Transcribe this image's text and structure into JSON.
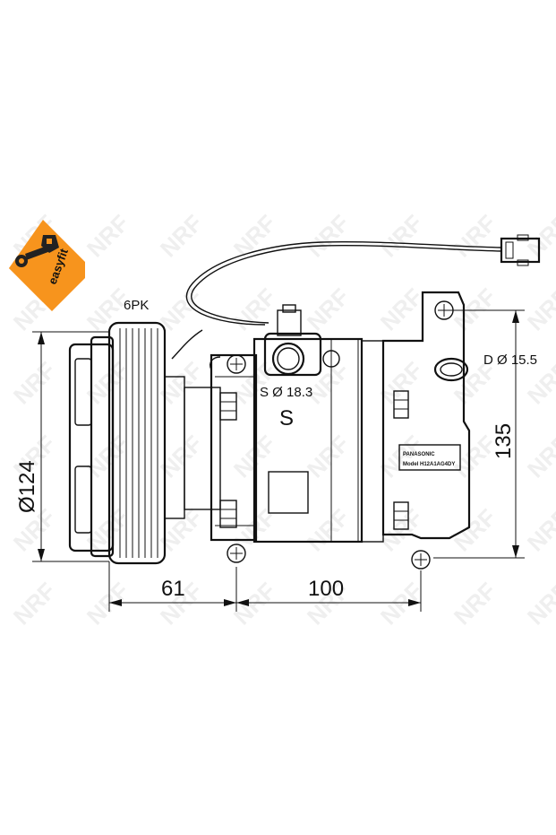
{
  "brand": {
    "badge_text": "easyfit",
    "badge_color": "#f7941d",
    "watermark_text": "NRF"
  },
  "labels": {
    "belt": "6PK",
    "suction_port": "S Ø 18.3",
    "suction_letter": "S",
    "discharge_port": "D Ø 15.5",
    "nameplate_brand": "PANASONIC",
    "nameplate_model": "Model H12A1AG4DY"
  },
  "dimensions": {
    "pulley_diameter": "Ø124",
    "pulley_offset": "61",
    "mount_spacing": "100",
    "height": "135"
  }
}
